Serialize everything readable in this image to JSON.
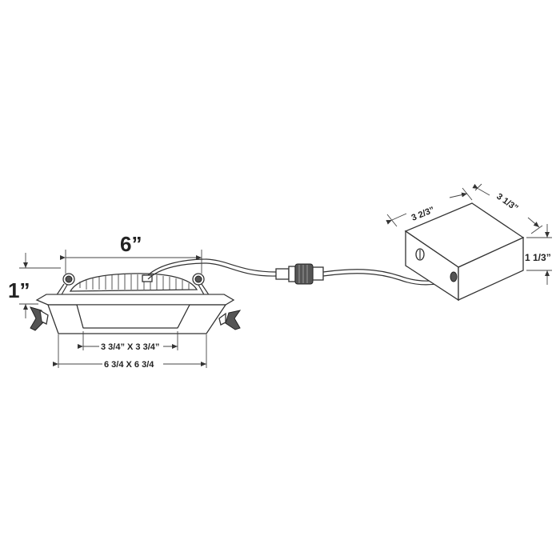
{
  "dimensions": {
    "top_width": "6”",
    "height": "1”",
    "aperture": "3 3/4” X 3 3/4”",
    "outer_trim": "6 3/4 X 6 3/4",
    "box_width": "3 2/3”",
    "box_depth": "3 1/3”",
    "box_height": "1 1/3”"
  }
}
